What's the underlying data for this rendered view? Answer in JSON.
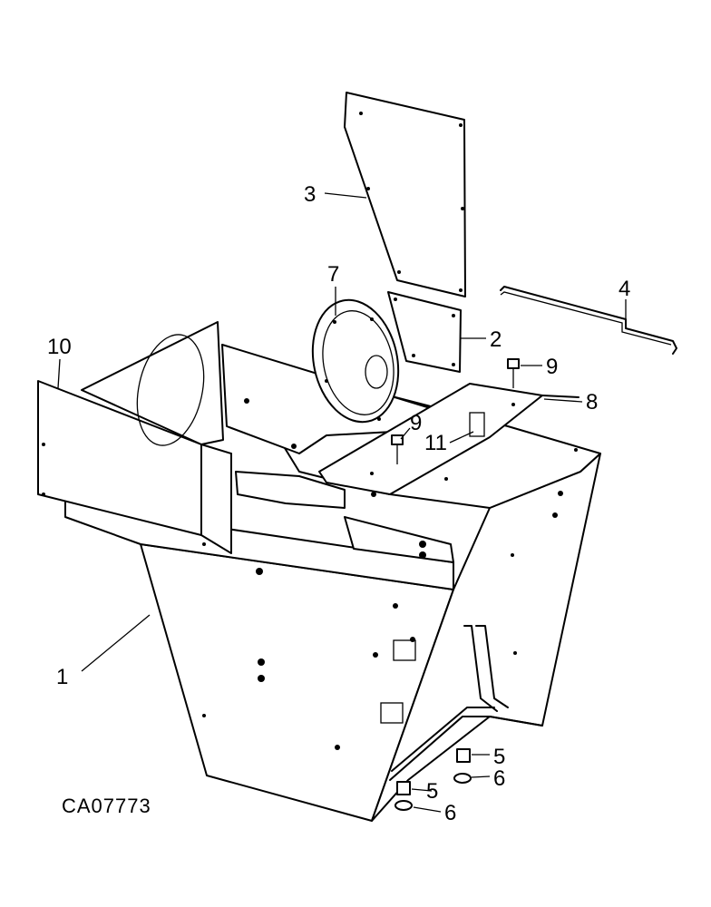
{
  "drawing_code": "CA07773",
  "callouts": {
    "c1": "1",
    "c2": "2",
    "c3": "3",
    "c4": "4",
    "c5a": "5",
    "c5b": "5",
    "c6a": "6",
    "c6b": "6",
    "c7": "7",
    "c8": "8",
    "c9a": "9",
    "c9b": "9",
    "c10": "10",
    "c11": "11"
  }
}
